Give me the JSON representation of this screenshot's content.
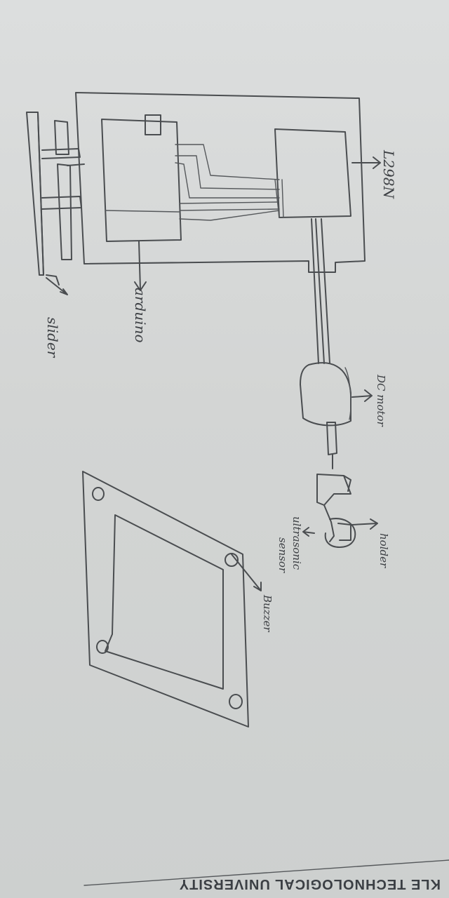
{
  "labels": {
    "driver": "L298N",
    "controller": "arduino",
    "slider": "slider",
    "motor": "DC motor",
    "holder": "holder",
    "sensor_line1": "ultrasonic",
    "sensor_line2": "sensor",
    "buzzer": "Buzzer"
  },
  "footer": {
    "text": "KLE TECHNOLOGICAL UNIVERSITY"
  },
  "colors": {
    "pencil": "#4a4d50",
    "paper": "#d6d8d7"
  }
}
